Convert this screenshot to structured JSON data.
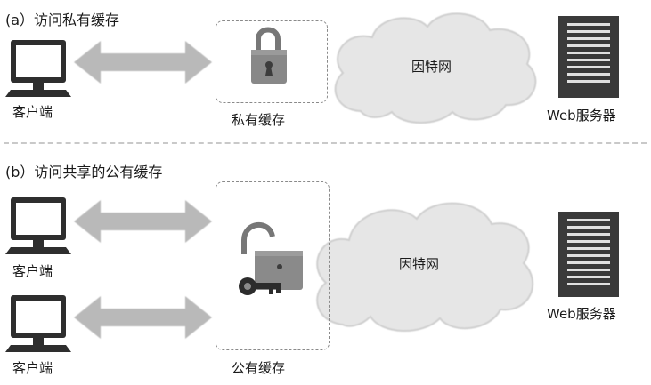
{
  "panel_a": {
    "title": "(a）访问私有缓存",
    "client_label": "客户端",
    "cache_label": "私有缓存",
    "internet_label": "因特网",
    "server_label": "Web服务器"
  },
  "panel_b": {
    "title": "(b）访问共享的公有缓存",
    "client1_label": "客户端",
    "client2_label": "客户端",
    "cache_label": "公有缓存",
    "internet_label": "因特网",
    "server_label": "Web服务器"
  },
  "colors": {
    "arrow": "#b9b9b9",
    "lock": "#7f7f7f",
    "cloud": "#e6e6e6",
    "monitor": "#2e2e2e",
    "server": "#3a3a3a"
  },
  "icons": {
    "client": "computer-monitor-icon",
    "private_cache": "locked-padlock-icon",
    "public_cache": "unlocked-padlock-with-key-icon",
    "internet": "cloud-icon",
    "server": "server-tower-icon"
  }
}
